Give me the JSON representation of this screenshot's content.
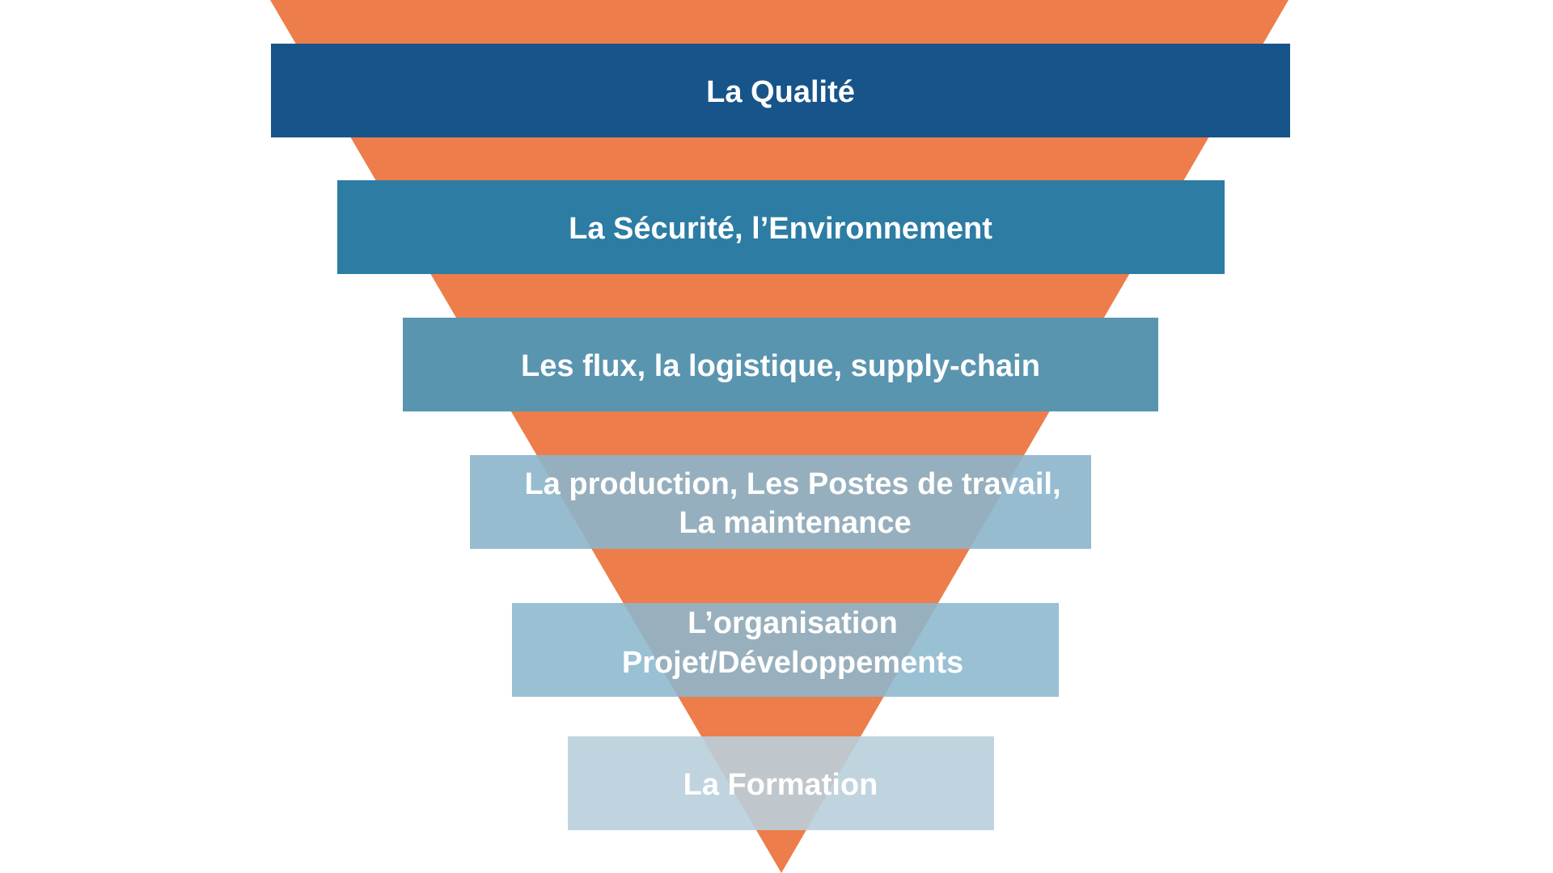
{
  "diagram": {
    "type": "inverted-pyramid",
    "triangle_color": "#ED7D4A",
    "levels": [
      {
        "lines": [
          "La Qualité"
        ],
        "color": "#17548A"
      },
      {
        "lines": [
          "La Sécurité, l’Environnement"
        ],
        "color": "#2C7CA3"
      },
      {
        "lines": [
          "Les flux, la logistique, supply-chain"
        ],
        "color": "#5A95B0"
      },
      {
        "lines": [
          "La production, Les Postes de travail,",
          "La maintenance"
        ],
        "color": "#8CB5CB"
      },
      {
        "lines": [
          "L’organisation",
          "Projet/Développements"
        ],
        "color": "#8CB7CD"
      },
      {
        "lines": [
          "La Formation"
        ],
        "color": "#B9CFDC"
      }
    ]
  }
}
